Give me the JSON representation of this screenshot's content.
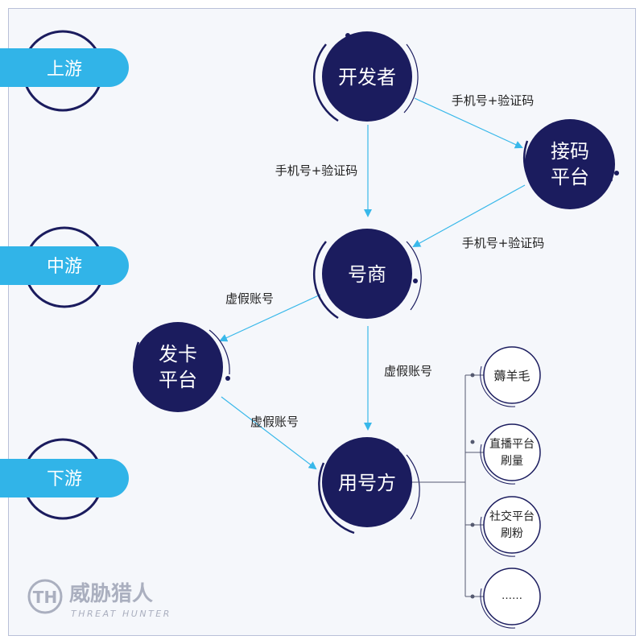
{
  "colors": {
    "node": "#1b1c5e",
    "arc": "#1b1c5e",
    "arrow": "#38b8ea",
    "tier": "#31b4e8",
    "tier_text": "#ffffff",
    "label_text": "#222222",
    "leaf_ring": "#1b1c5e",
    "logo": "#9ea3b5",
    "frame_bg": "#f5f7fb"
  },
  "tiers": [
    {
      "id": "upstream",
      "label": "上游"
    },
    {
      "id": "midstream",
      "label": "中游"
    },
    {
      "id": "downstream",
      "label": "下游"
    }
  ],
  "nodes": {
    "developer": {
      "lines": [
        "开发者"
      ]
    },
    "sms_platform": {
      "lines": [
        "接码",
        "平台"
      ]
    },
    "account_dealer": {
      "lines": [
        "号商"
      ]
    },
    "card_platform": {
      "lines": [
        "发卡",
        "平台"
      ]
    },
    "account_user": {
      "lines": [
        "用号方"
      ]
    }
  },
  "edges": [
    {
      "id": "dev-to-sms",
      "label": "手机号+验证码"
    },
    {
      "id": "dev-to-dealer",
      "label": "手机号+验证码"
    },
    {
      "id": "sms-to-dealer",
      "label": "手机号+验证码"
    },
    {
      "id": "dealer-to-card",
      "label": "虚假账号"
    },
    {
      "id": "dealer-to-user",
      "label": "虚假账号"
    },
    {
      "id": "card-to-user",
      "label": "虚假账号"
    }
  ],
  "leaves": [
    {
      "id": "wool",
      "lines": [
        "薅羊毛"
      ]
    },
    {
      "id": "live",
      "lines": [
        "直播平台",
        "刷量"
      ]
    },
    {
      "id": "social",
      "lines": [
        "社交平台",
        "刷粉"
      ]
    },
    {
      "id": "more",
      "lines": [
        "……"
      ]
    }
  ],
  "logo": {
    "mark": "TH",
    "name": "威胁猎人",
    "subtitle": "THREAT HUNTER"
  }
}
